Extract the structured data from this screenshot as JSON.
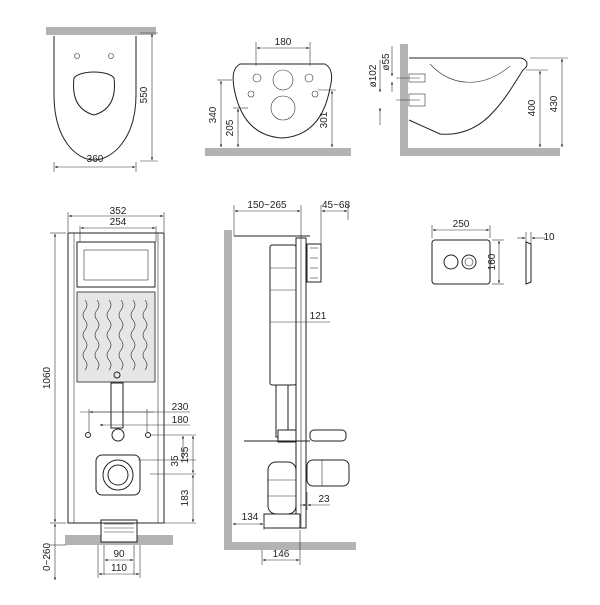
{
  "drawing": {
    "bowl_top": {
      "length": "550",
      "width": "360"
    },
    "bowl_rear": {
      "bolt_spacing": "180",
      "inlet_height": "340",
      "bolt_height": "205",
      "outlet_height": "301"
    },
    "bowl_side": {
      "inlet_diameter": "ø55",
      "outlet_diameter": "ø102",
      "outlet_height": "400",
      "rim_height": "430"
    },
    "frame_front": {
      "frame_width": "352",
      "inner_width": "254",
      "frame_height": "1060",
      "bolt_span": "230",
      "inlet_span": "180",
      "offset_35": "35",
      "offset_135": "135",
      "outlet_height": "183",
      "leg_extension": "0~260",
      "leg_width_90": "90",
      "leg_width_110": "110"
    },
    "frame_side": {
      "depth_range": "150~265",
      "button_recess": "45~68",
      "tank_offset": "121",
      "pipe_offset": "23",
      "foot_offset": "134",
      "base_depth": "146"
    },
    "flush_plate": {
      "width": "250",
      "height": "160",
      "thickness": "10"
    }
  }
}
